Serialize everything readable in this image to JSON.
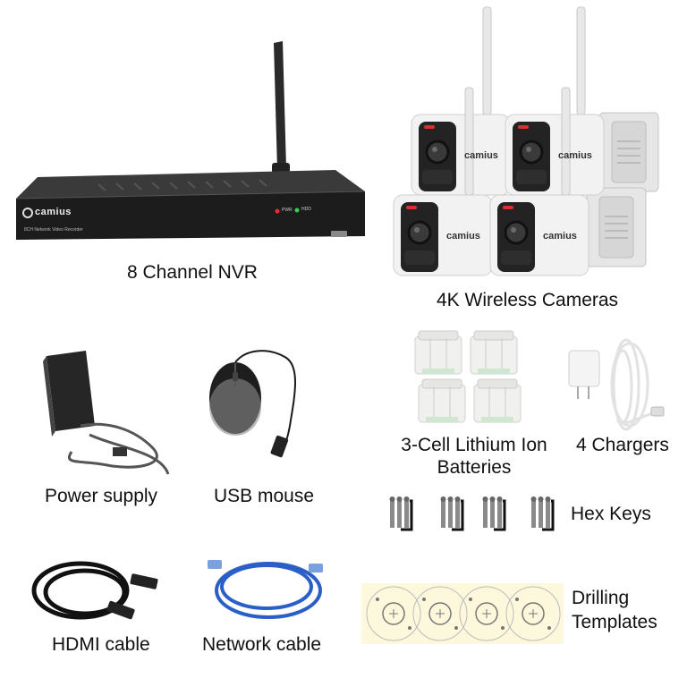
{
  "nvr": {
    "label": "8 Channel NVR",
    "brand": "camius",
    "model_text": "8CH Network Video Recorder",
    "led_pwr": "PWR",
    "led_hdd": "HDD"
  },
  "cameras": {
    "label": "4K Wireless Cameras",
    "brand": "camius",
    "count": 4
  },
  "batteries": {
    "label_line1": "3-Cell Lithium Ion",
    "label_line2": "Batteries"
  },
  "chargers": {
    "label": "4 Chargers"
  },
  "power_supply": {
    "label": "Power supply"
  },
  "mouse": {
    "label": "USB mouse"
  },
  "hex_keys": {
    "label": "Hex Keys"
  },
  "hdmi": {
    "label": "HDMI cable"
  },
  "network": {
    "label": "Network cable"
  },
  "templates": {
    "label_line1": "Drilling",
    "label_line2": "Templates"
  },
  "colors": {
    "nvr_body": "#1c1c1c",
    "camera_body": "#f2f2f2",
    "network_cable": "#2a5fc8",
    "template_paper": "#fdf8dc"
  }
}
